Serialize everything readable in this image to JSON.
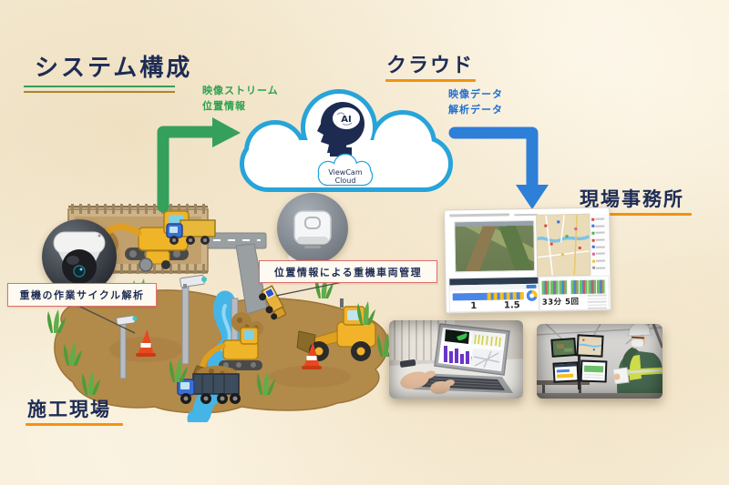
{
  "title": "システム構成",
  "cloud": {
    "label": "クラウド",
    "ai_text": "AI",
    "logo_line1": "ViewCam",
    "logo_line2": "Cloud"
  },
  "flow_up": {
    "line1": "映像ストリーム",
    "line2": "位置情報"
  },
  "flow_down": {
    "line1": "映像データ",
    "line2": "解析データ"
  },
  "site_office_label": "現場事務所",
  "construction_site_label": "施工現場",
  "callouts": {
    "camera": "重機の作業サイクル解析",
    "gps": "位置情報による重機車両管理"
  },
  "dashboard_stats": {
    "count": "1",
    "average": "1.5",
    "duration": "33分 5回"
  },
  "colors": {
    "background": "#f6ecd6",
    "navy": "#1e2c54",
    "cloud_blue": "#27a4da",
    "arrow_green": "#35a05c",
    "arrow_blue": "#2e7fd8",
    "underline_orange": "#f2930d",
    "underline_green": "#35a05c",
    "underline_gold": "#a9862c",
    "callout_border": "#e0706c",
    "flow_up_text": "#2ca04e",
    "flow_down_text": "#1e6fd2"
  }
}
